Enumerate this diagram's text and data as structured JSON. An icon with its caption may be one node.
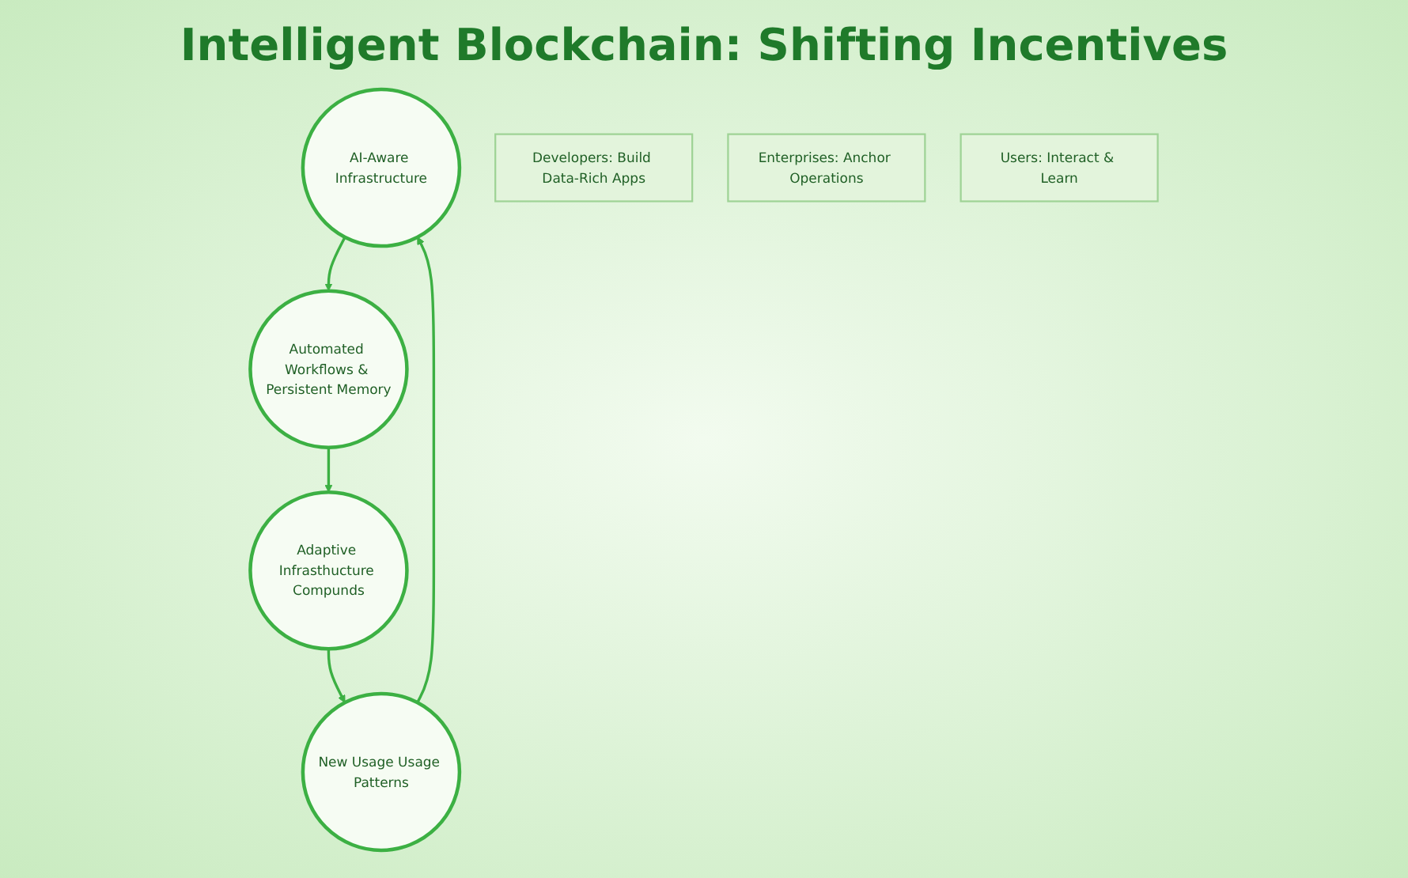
{
  "diagram": {
    "title": "Intelligent Blockchain: Shifting Incentives",
    "nodes": [
      {
        "text": [
          "AI-Aware Infrastructure"
        ]
      },
      {
        "text": [
          "Developers: Build Data-Rich Apps"
        ]
      },
      {
        "text": [
          "Enterprises: Anchor Operations"
        ]
      },
      {
        "text": [
          "New Usage Usage Patterns"
        ]
      },
      {
        "text": [
          "Automated Workflows & Persistent Memory"
        ]
      },
      {
        "text": [
          "Users: Interact & Learn"
        ]
      },
      {
        "text": [
          "Adaptive Infrasthucture Compunds"
        ]
      }
    ],
    "edges": [
      {
        "from": 0,
        "to": 4,
        "arrow": "to"
      },
      {
        "from": 4,
        "to": 6,
        "arrow": "to"
      },
      {
        "from": 6,
        "to": 3,
        "arrow": "to"
      },
      {
        "from": 3,
        "to": 0,
        "arrow": "to"
      }
    ]
  }
}
